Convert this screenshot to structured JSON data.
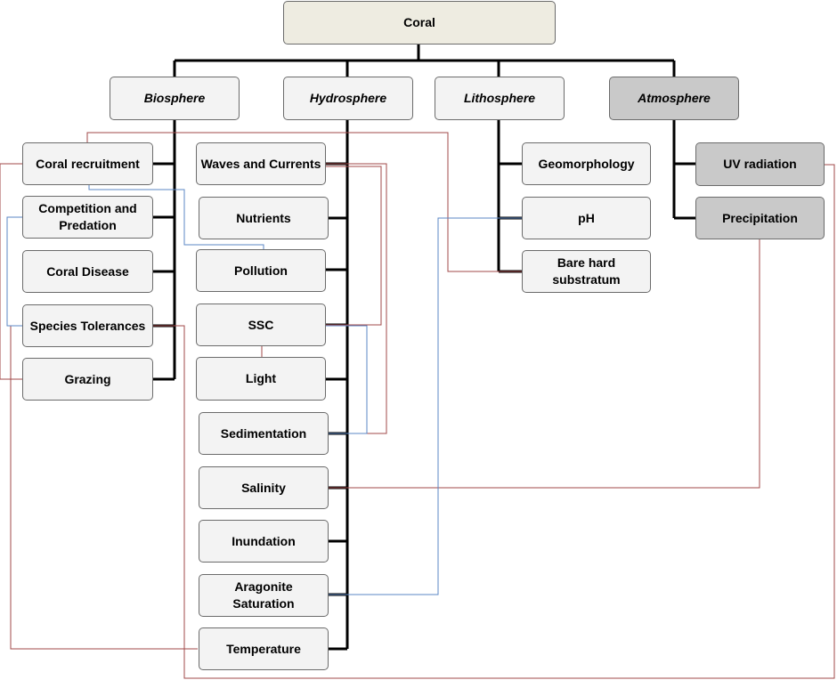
{
  "root": {
    "label": "Coral"
  },
  "spheres": {
    "biosphere": "Biosphere",
    "hydrosphere": "Hydrosphere",
    "lithosphere": "Lithosphere",
    "atmosphere": "Atmosphere"
  },
  "biosphere_items": [
    "Coral recruitment",
    "Competition and\nPredation",
    "Coral Disease",
    "Species Tolerances",
    "Grazing"
  ],
  "hydrosphere_items": [
    "Waves and Currents",
    "Nutrients",
    "Pollution",
    "SSC",
    "Light",
    "Sedimentation",
    "Salinity",
    "Inundation",
    "Aragonite\nSaturation",
    "Temperature"
  ],
  "lithosphere_items": [
    "Geomorphology",
    "pH",
    "Bare hard\nsubstratum"
  ],
  "atmosphere_items": [
    "UV radiation",
    "Precipitation"
  ],
  "colors": {
    "tree_line": "#000000",
    "red_link": "#a04848",
    "blue_link": "#5b87c5",
    "box_fill": "#f3f3f3",
    "root_fill": "#eeece1",
    "atmosphere_fill": "#c9c9c9"
  }
}
